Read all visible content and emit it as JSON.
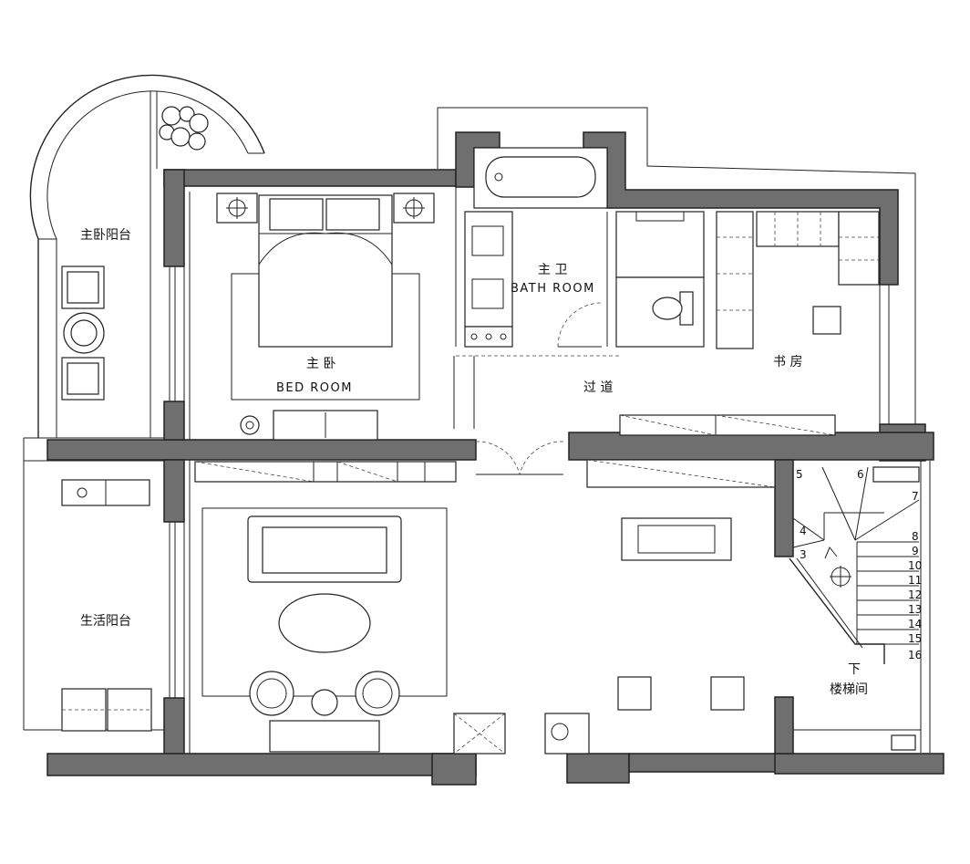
{
  "rooms": {
    "master_balcony": "主卧阳台",
    "master_bedroom_cn": "主 卧",
    "master_bedroom_en": "BED  ROOM",
    "master_bath_cn": "主 卫",
    "master_bath_en": "BATH  ROOM",
    "corridor": "过 道",
    "study": "书 房",
    "living_balcony": "生活阳台",
    "stairwell": "楼梯间",
    "down_marker": "下"
  },
  "stair_steps": [
    "3",
    "4",
    "5",
    "6",
    "7",
    "8",
    "9",
    "10",
    "11",
    "12",
    "13",
    "14",
    "15",
    "16"
  ]
}
